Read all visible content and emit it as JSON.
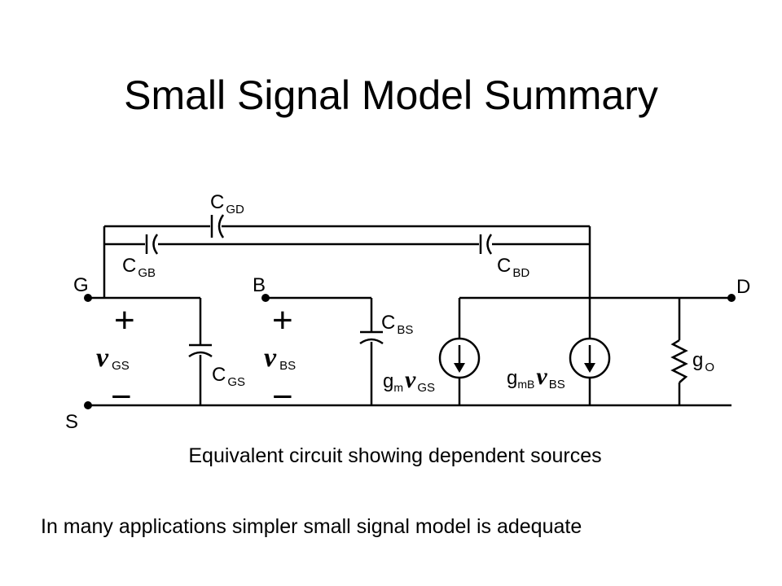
{
  "slide": {
    "title": "Small Signal Model Summary",
    "caption": "Equivalent circuit showing dependent sources",
    "note": "In many applications simpler small signal model is adequate"
  },
  "circuit": {
    "nodes": {
      "gate": "G",
      "bulk": "B",
      "drain": "D",
      "source": "S"
    },
    "caps": {
      "cgd": {
        "main": "C",
        "sub": "GD"
      },
      "cgb": {
        "main": "C",
        "sub": "GB"
      },
      "cbd": {
        "main": "C",
        "sub": "BD"
      },
      "cbs": {
        "main": "C",
        "sub": "BS"
      },
      "cgs": {
        "main": "C",
        "sub": "GS"
      }
    },
    "ports": {
      "vgs": {
        "plus": "+",
        "minus": "−",
        "v": "v",
        "sub": "GS"
      },
      "vbs": {
        "plus": "+",
        "minus": "−",
        "v": "v",
        "sub": "BS"
      }
    },
    "sources": {
      "gm": {
        "g": "g",
        "gsub": "m",
        "v": "v",
        "vsub": "GS"
      },
      "gmb": {
        "g": "g",
        "gsub": "mB",
        "v": "v",
        "vsub": "BS"
      }
    },
    "output": {
      "g": "g",
      "sub": "O"
    }
  }
}
